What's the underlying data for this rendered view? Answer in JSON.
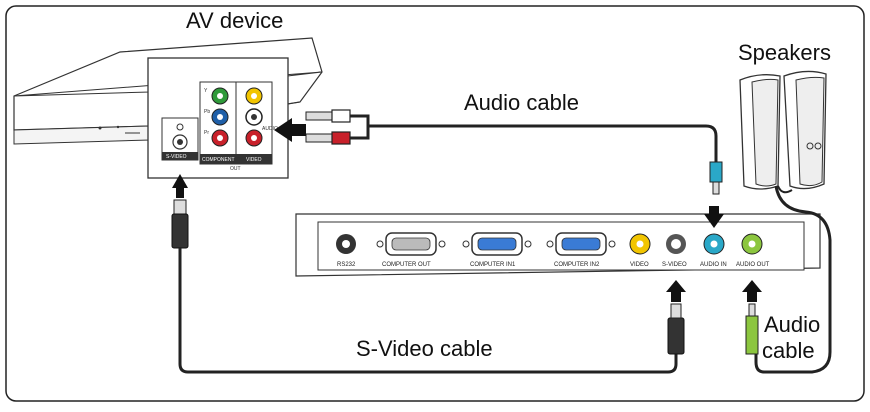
{
  "labels": {
    "av_device": "AV device",
    "speakers": "Speakers",
    "audio_cable_top": "Audio cable",
    "svideo_cable": "S-Video cable",
    "audio_cable_bottom_1": "Audio",
    "audio_cable_bottom_2": "cable"
  },
  "av_panel": {
    "y": "Y",
    "pb": "Pb",
    "pr": "Pr",
    "audio": "AUDIO",
    "component": "COMPONENT",
    "video": "VIDEO",
    "out": "OUT",
    "svideo": "S-VIDEO"
  },
  "projector_ports": {
    "rs232": "RS232",
    "computer_out": "COMPUTER OUT",
    "computer_in1": "COMPUTER IN1",
    "computer_in2": "COMPUTER IN2",
    "video": "VIDEO",
    "svideo": "S-VIDEO",
    "audio_in": "AUDIO IN",
    "audio_out": "AUDIO OUT"
  },
  "colors": {
    "video_yellow": "#f2c500",
    "component_green": "#2f9a3a",
    "component_blue": "#1f5fa8",
    "component_red": "#c8202a",
    "audio_in_teal": "#2aa8c8",
    "audio_out_green": "#8cc63f",
    "vga_blue": "#3a7bd5"
  }
}
